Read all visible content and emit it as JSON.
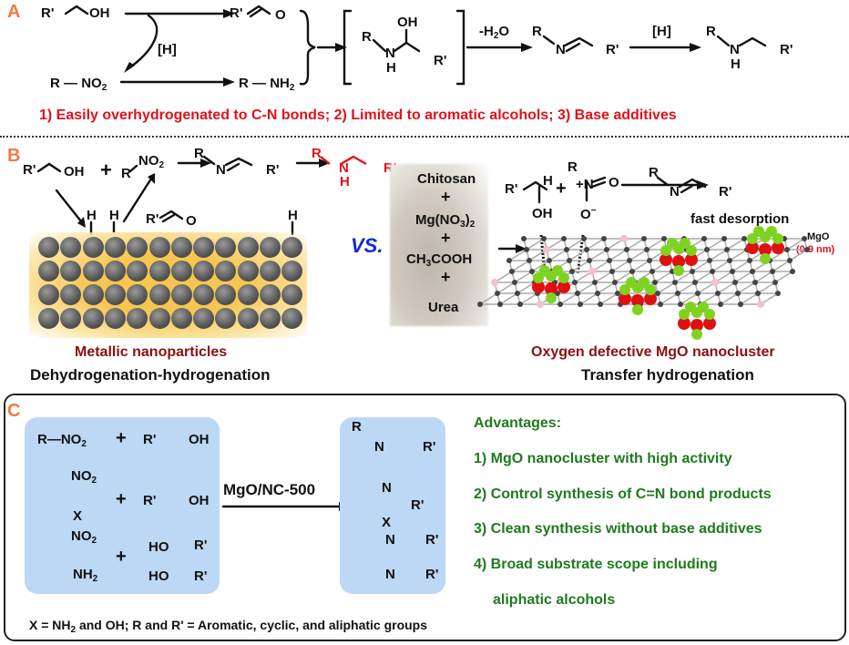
{
  "panel_labels": {
    "a": "A",
    "b": "B",
    "c": "C"
  },
  "panel_a": {
    "alcohol": "R'",
    "alcohol_oh": "OH",
    "aldehyde_r": "R'",
    "aldehyde_o": "O",
    "hydrogen_label": "[H]",
    "nitro_r": "R",
    "nitro_group": "NO",
    "amine_r": "R",
    "amine_group": "NH",
    "hemiaminal_r": "R",
    "hemiaminal_n": "N",
    "hemiaminal_h": "H",
    "hemiaminal_oh": "OH",
    "hemiaminal_r2": "R'",
    "dehydration_label": "-H",
    "dehydration_o": "O",
    "imine_r": "R",
    "imine_n": "N",
    "imine_r2": "R'",
    "hydrogen_label2": "[H]",
    "amine2_r": "R",
    "amine2_n": "N",
    "amine2_h": "H",
    "amine2_r2": "R'",
    "drawbacks": "1) Easily overhydrogenated to C-N bonds; 2) Limited to aromatic alcohols; 3) Base additives"
  },
  "panel_b": {
    "alcohol_r": "R'",
    "alcohol_oh": "OH",
    "plus": "+",
    "nitro_r": "R",
    "nitro_group": "NO",
    "imine_r": "R",
    "imine_n": "N",
    "imine_r2": "R'",
    "product_r": "R",
    "product_n": "N",
    "product_h": "H",
    "product_r2": "R'",
    "surface_h": "H",
    "aldehyde_r": "R'",
    "aldehyde_o": "O",
    "vs": "VS.",
    "precursors": [
      "Chitosan",
      "+",
      "Mg(NO",
      "+",
      "CH",
      "+",
      "Urea"
    ],
    "metal_caption": "Metallic nanoparticles",
    "metal_mechanism": "Dehydrogenation-hydrogenation",
    "mgo_alcohol_r": "R'",
    "mgo_alcohol_h": "H",
    "mgo_alcohol_oh": "OH",
    "mgo_nitro_r": "R",
    "mgo_nitro_n": "N",
    "mgo_nitro_o": "O",
    "mgo_nitro_ominus": "O",
    "mgo_imine_r": "R",
    "mgo_imine_n": "N",
    "mgo_imine_r2": "R'",
    "fast_desorption": "fast desorption",
    "mgo_label": "MgO",
    "mgo_size": "(0.9 nm)",
    "mgo_caption": "Oxygen defective MgO nanocluster",
    "mgo_mechanism": "Transfer hydrogenation"
  },
  "panel_c": {
    "reactants": [
      {
        "left": "R—NO",
        "right": "R'",
        "right_oh": "OH"
      },
      {
        "left_top": "NO",
        "left_bottom": "X",
        "right": "R'",
        "right_oh": "OH"
      },
      {
        "left_top": "NO",
        "left_bottom": "NH",
        "right_top_ho": "HO",
        "right_top_r": "R'",
        "right_bottom_ho": "HO",
        "right_bottom_r": "R'"
      }
    ],
    "catalyst": "MgO/NC-500",
    "products": [
      {
        "r": "R",
        "n": "N",
        "r2": "R'"
      },
      {
        "n": "N",
        "x": "X",
        "r2": "R'"
      },
      {
        "n_top": "N",
        "n_bottom": "N",
        "r_top": "R'",
        "r_bottom": "R'"
      }
    ],
    "advantages_title": "Advantages:",
    "advantages": [
      "1) MgO nanocluster with high activity",
      "2) Control  synthesis of C=N bond products",
      "3) Clean synthesis without base additives",
      "4) Broad substrate scope including",
      "aliphatic alcohols"
    ],
    "footnote_pre": "X = NH",
    "footnote_post": " and OH;  R and R' = Aromatic, cyclic, and aliphatic groups"
  },
  "colors": {
    "label_orange": "#ef7a46",
    "red": "#e2111b",
    "dark_red": "#8b1010",
    "green": "#1f7a1f",
    "blue": "#1428d8",
    "box_blue": "#bcd8f4",
    "mg_green": "#7ed321",
    "o_red": "#e01010"
  }
}
